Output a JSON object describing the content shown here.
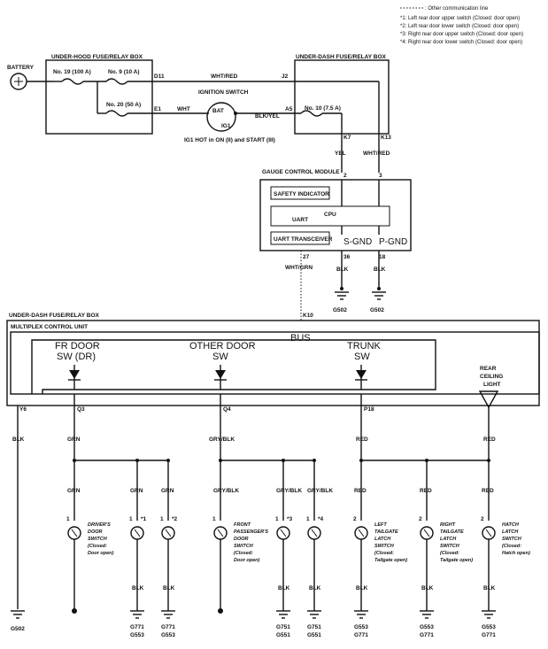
{
  "legend": {
    "comm_line": ": Other communication line",
    "notes": [
      "*1: Left rear door upper switch (Closed: door open)",
      "*2: Left rear door lower switch (Closed: door open)",
      "*3: Right rear door upper switch (Closed: door open)",
      "*4: Right rear door lower switch (Closed: door open)"
    ]
  },
  "labels": {
    "battery": "BATTERY",
    "underhood_box": "UNDER-HOOD FUSE/RELAY BOX",
    "underdash_box_top": "UNDER-DASH FUSE/RELAY BOX",
    "underdash_box_mid": "UNDER-DASH FUSE/RELAY BOX",
    "mcu": "MULTIPLEX CONTROL UNIT",
    "fuse19": "No. 19 (100 A)",
    "fuse9": "No. 9 (10 A)",
    "fuse20": "No. 20 (50 A)",
    "fuse10": "No. 10 (7.5 A)",
    "ignition": "IGNITION SWITCH",
    "bat": "BAT",
    "ig1": "IG1",
    "ig_note": "IG1 HOT in ON (II) and START (III)",
    "gcm": "GAUGE CONTROL MODULE",
    "safety": "SAFETY INDICATOR",
    "cpu": "CPU",
    "uart": "UART",
    "uart_tx": "UART TRANSCEIVER",
    "sgnd": "S-GND",
    "pgnd": "P-GND",
    "bus": "BUS",
    "fr_door_1": "FR DOOR",
    "fr_door_2": "SW (DR)",
    "other_door_1": "OTHER DOOR",
    "other_door_2": "SW",
    "trunk_1": "TRUNK",
    "trunk_2": "SW",
    "rear_light": [
      "REAR",
      "CEILING",
      "LIGHT"
    ]
  },
  "terminals": {
    "d11": "D11",
    "e1": "E1",
    "j2": "J2",
    "a5": "A5",
    "k7": "K7",
    "k13": "K13",
    "g2": "2",
    "g3": "3",
    "g27": "27",
    "g36": "36",
    "g18": "18",
    "k10": "K10",
    "y6": "Y6",
    "q3": "Q3",
    "q4": "Q4",
    "p18": "P18"
  },
  "wires": {
    "wht_red": "WHT/RED",
    "wht": "WHT",
    "blk_yel": "BLK/YEL",
    "yel": "YEL",
    "wht_red2": "WHT/RED",
    "wht_grn": "WHT/GRN",
    "blk": "BLK",
    "grn": "GRN",
    "gry_blk": "GRY/BLK",
    "red": "RED"
  },
  "grounds": {
    "g502": "G502",
    "g771": "G771",
    "g553": "G553",
    "g751": "G751",
    "g551": "G551"
  },
  "switches": [
    {
      "pin": "1",
      "star": "",
      "lines": [
        "DRIVER'S",
        "DOOR",
        "SWITCH",
        "(Closed:",
        "Door open)"
      ]
    },
    {
      "pin": "1",
      "star": "*1",
      "lines": []
    },
    {
      "pin": "1",
      "star": "*2",
      "lines": []
    },
    {
      "pin": "1",
      "star": "",
      "lines": [
        "FRONT",
        "PASSENGER'S",
        "DOOR",
        "SWITCH",
        "(Closed:",
        "Door open)"
      ]
    },
    {
      "pin": "1",
      "star": "*3",
      "lines": []
    },
    {
      "pin": "1",
      "star": "*4",
      "lines": []
    },
    {
      "pin": "2",
      "star": "",
      "lines": [
        "LEFT",
        "TAILGATE",
        "LATCH",
        "SWITCH",
        "(Closed:",
        "Tailgate open)"
      ]
    },
    {
      "pin": "2",
      "star": "",
      "lines": [
        "RIGHT",
        "TAILGATE",
        "LATCH",
        "SWITCH",
        "(Closed:",
        "Tailgate open)"
      ]
    },
    {
      "pin": "2",
      "star": "",
      "lines": [
        "HATCH",
        "LATCH",
        "SWITCH",
        "(Closed:",
        "Hatch open)"
      ]
    }
  ],
  "ground_pairs": [
    [
      "G771",
      "G553"
    ],
    [
      "G771",
      "G553"
    ],
    [
      "G751",
      "G551"
    ],
    [
      "G751",
      "G551"
    ],
    [
      "G553",
      "G771"
    ],
    [
      "G553",
      "G771"
    ],
    [
      "G553",
      "G771"
    ]
  ]
}
